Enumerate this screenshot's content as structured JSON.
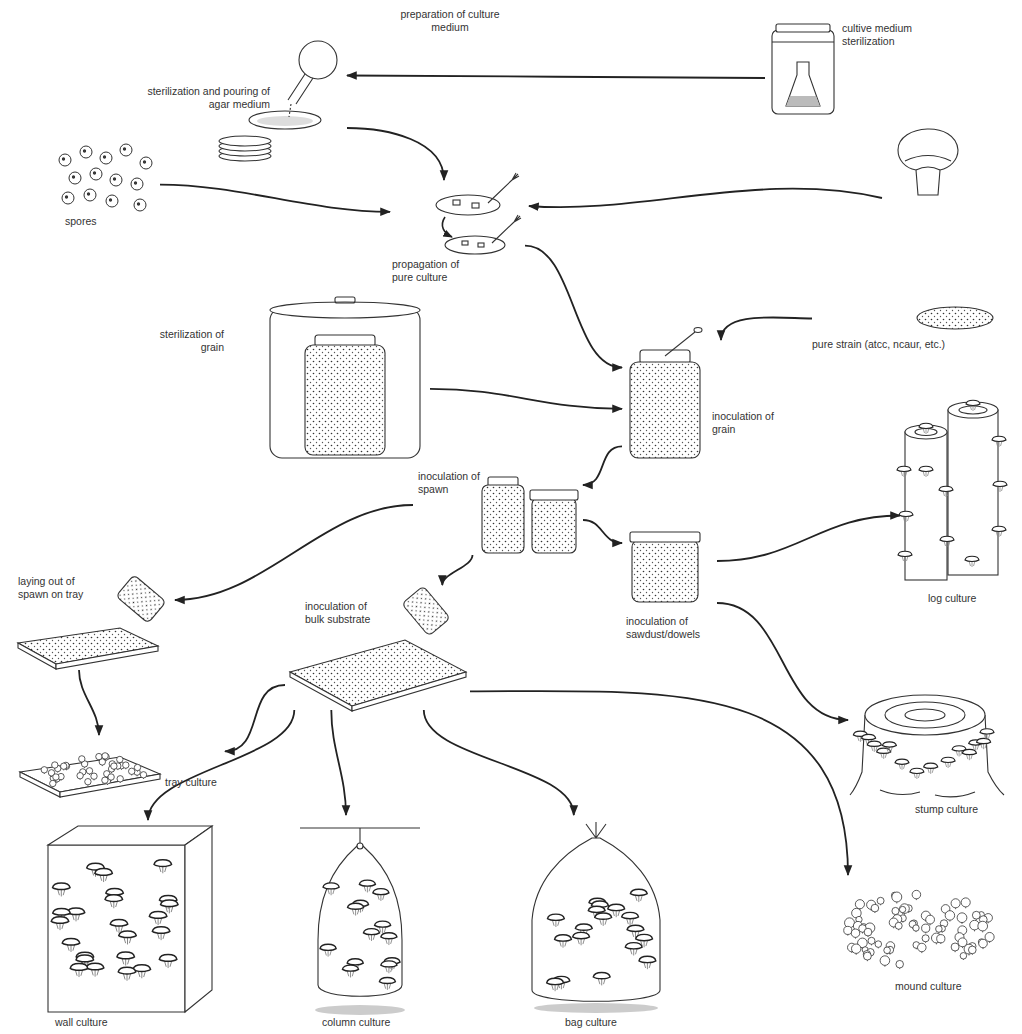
{
  "diagram": {
    "nodes": [
      {
        "text": [
          "cultive medium sterilization"
        ]
      },
      {
        "text": [
          "sterilization and pouring of agar medium"
        ]
      },
      {
        "text": [
          "spores"
        ]
      },
      {
        "text": [
          "propagation of pure culture"
        ]
      },
      {
        "text": [
          "sterilization of grain"
        ]
      },
      {
        "text": [
          "inoculation of grain"
        ]
      },
      {
        "text": [
          "pure strain (atcc, ncaur, etc.)"
        ]
      },
      {
        "text": [
          "inoculation of spawn"
        ]
      },
      {
        "text": [
          "laying out of spawn on tray"
        ]
      },
      {
        "text": [
          "inoculation of bulk substrate"
        ]
      },
      {
        "text": [
          "inoculation of sawdust/dowels"
        ]
      },
      {
        "text": [
          "log culture"
        ]
      },
      {
        "text": [
          "tray culture"
        ]
      },
      {
        "text": [
          "stump culture"
        ]
      },
      {
        "text": [
          "wall culture"
        ]
      },
      {
        "text": [
          "column culture"
        ]
      },
      {
        "text": [
          "bag culture"
        ]
      },
      {
        "text": [
          "mound culture"
        ]
      }
    ],
    "edges": [
      {
        "from": 0,
        "to": 1,
        "arrow": "to",
        "label": "preparation of culture medium"
      },
      {
        "from": 1,
        "to": 3,
        "arrow": "to"
      },
      {
        "from": 2,
        "to": 3,
        "arrow": "to"
      },
      {
        "from": 3,
        "to": 5,
        "arrow": "to"
      },
      {
        "from": 6,
        "to": 5,
        "arrow": "to"
      },
      {
        "from": 4,
        "to": 5,
        "arrow": "to"
      },
      {
        "from": 5,
        "to": 7,
        "arrow": "to"
      },
      {
        "from": 7,
        "to": 8,
        "arrow": "to"
      },
      {
        "from": 7,
        "to": 9,
        "arrow": "to"
      },
      {
        "from": 7,
        "to": 10,
        "arrow": "to"
      },
      {
        "from": 8,
        "to": 12,
        "arrow": "to"
      },
      {
        "from": 9,
        "to": 12,
        "arrow": "to"
      },
      {
        "from": 10,
        "to": 11,
        "arrow": "to"
      },
      {
        "from": 10,
        "to": 13,
        "arrow": "to"
      },
      {
        "from": 9,
        "to": 14,
        "arrow": "to"
      },
      {
        "from": 9,
        "to": 15,
        "arrow": "to"
      },
      {
        "from": 9,
        "to": 16,
        "arrow": "to"
      },
      {
        "from": 9,
        "to": 17,
        "arrow": "to"
      }
    ]
  }
}
